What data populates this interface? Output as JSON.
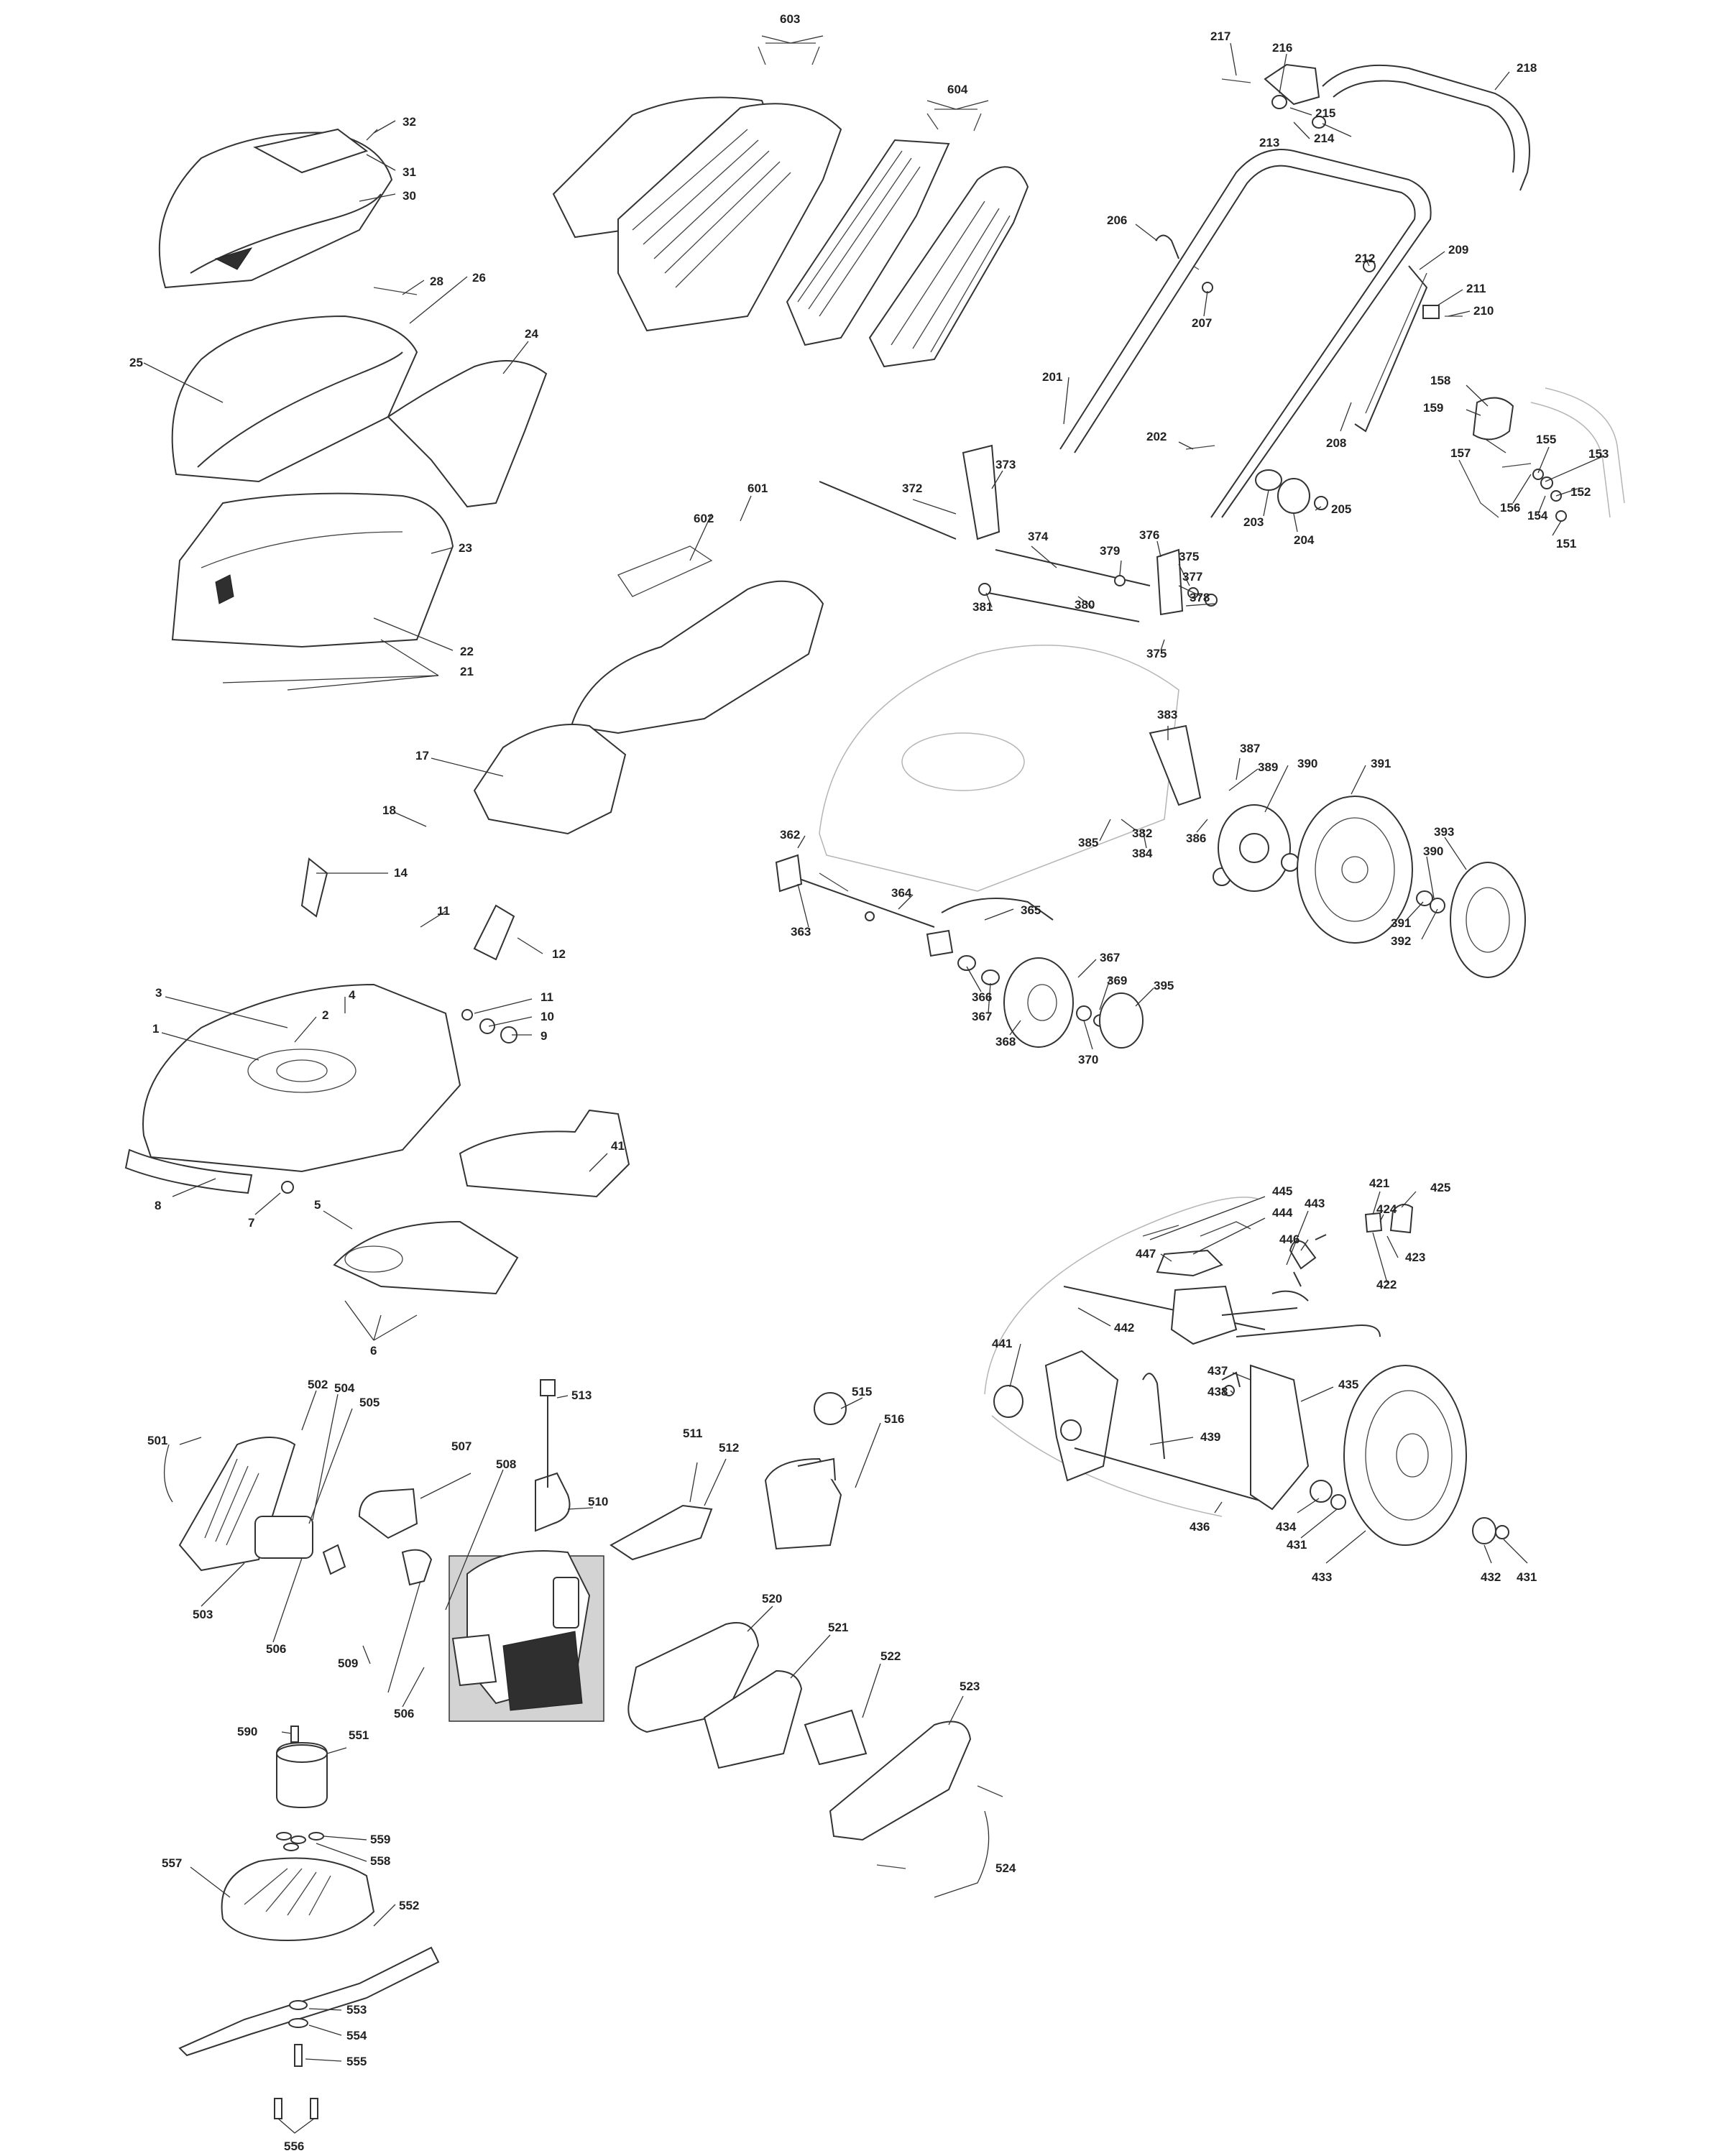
{
  "diagram": {
    "labels": [
      {
        "id": "217",
        "text": "217"
      },
      {
        "id": "216",
        "text": "216"
      },
      {
        "id": "218",
        "text": "218"
      },
      {
        "id": "215",
        "text": "215"
      },
      {
        "id": "213",
        "text": "213"
      },
      {
        "id": "214",
        "text": "214"
      },
      {
        "id": "206",
        "text": "206"
      },
      {
        "id": "212",
        "text": "212"
      },
      {
        "id": "209",
        "text": "209"
      },
      {
        "id": "211",
        "text": "211"
      },
      {
        "id": "210",
        "text": "210"
      },
      {
        "id": "207",
        "text": "207"
      },
      {
        "id": "201",
        "text": "201"
      },
      {
        "id": "208",
        "text": "208"
      },
      {
        "id": "202",
        "text": "202"
      },
      {
        "id": "203",
        "text": "203"
      },
      {
        "id": "204",
        "text": "204"
      },
      {
        "id": "205",
        "text": "205"
      },
      {
        "id": "158",
        "text": "158"
      },
      {
        "id": "159",
        "text": "159"
      },
      {
        "id": "157",
        "text": "157"
      },
      {
        "id": "155",
        "text": "155"
      },
      {
        "id": "153",
        "text": "153"
      },
      {
        "id": "152",
        "text": "152"
      },
      {
        "id": "156",
        "text": "156"
      },
      {
        "id": "154",
        "text": "154"
      },
      {
        "id": "151",
        "text": "151"
      },
      {
        "id": "603",
        "text": "603"
      },
      {
        "id": "604",
        "text": "604"
      },
      {
        "id": "32",
        "text": "32"
      },
      {
        "id": "31",
        "text": "31"
      },
      {
        "id": "30",
        "text": "30"
      },
      {
        "id": "28",
        "text": "28"
      },
      {
        "id": "26",
        "text": "26"
      },
      {
        "id": "25",
        "text": "25"
      },
      {
        "id": "24",
        "text": "24"
      },
      {
        "id": "23",
        "text": "23"
      },
      {
        "id": "22",
        "text": "22"
      },
      {
        "id": "21",
        "text": "21"
      },
      {
        "id": "601",
        "text": "601"
      },
      {
        "id": "602",
        "text": "602"
      },
      {
        "id": "372",
        "text": "372"
      },
      {
        "id": "373",
        "text": "373"
      },
      {
        "id": "374",
        "text": "374"
      },
      {
        "id": "376",
        "text": "376"
      },
      {
        "id": "379",
        "text": "379"
      },
      {
        "id": "375a",
        "text": "375"
      },
      {
        "id": "377",
        "text": "377"
      },
      {
        "id": "378",
        "text": "378"
      },
      {
        "id": "381",
        "text": "381"
      },
      {
        "id": "380",
        "text": "380"
      },
      {
        "id": "375b",
        "text": "375"
      },
      {
        "id": "383",
        "text": "383"
      },
      {
        "id": "17",
        "text": "17"
      },
      {
        "id": "18",
        "text": "18"
      },
      {
        "id": "387",
        "text": "387"
      },
      {
        "id": "389",
        "text": "389"
      },
      {
        "id": "390a",
        "text": "390"
      },
      {
        "id": "391a",
        "text": "391"
      },
      {
        "id": "385",
        "text": "385"
      },
      {
        "id": "382",
        "text": "382"
      },
      {
        "id": "384",
        "text": "384"
      },
      {
        "id": "386",
        "text": "386"
      },
      {
        "id": "393",
        "text": "393"
      },
      {
        "id": "390b",
        "text": "390"
      },
      {
        "id": "391b",
        "text": "391"
      },
      {
        "id": "392",
        "text": "392"
      },
      {
        "id": "362",
        "text": "362"
      },
      {
        "id": "364",
        "text": "364"
      },
      {
        "id": "365",
        "text": "365"
      },
      {
        "id": "363",
        "text": "363"
      },
      {
        "id": "14",
        "text": "14"
      },
      {
        "id": "11a",
        "text": "11"
      },
      {
        "id": "12",
        "text": "12"
      },
      {
        "id": "367a",
        "text": "367"
      },
      {
        "id": "369",
        "text": "369"
      },
      {
        "id": "395",
        "text": "395"
      },
      {
        "id": "366",
        "text": "366"
      },
      {
        "id": "367b",
        "text": "367"
      },
      {
        "id": "368",
        "text": "368"
      },
      {
        "id": "370",
        "text": "370"
      },
      {
        "id": "3",
        "text": "3"
      },
      {
        "id": "4",
        "text": "4"
      },
      {
        "id": "2",
        "text": "2"
      },
      {
        "id": "1",
        "text": "1"
      },
      {
        "id": "11b",
        "text": "11"
      },
      {
        "id": "10",
        "text": "10"
      },
      {
        "id": "9",
        "text": "9"
      },
      {
        "id": "41",
        "text": "41"
      },
      {
        "id": "8",
        "text": "8"
      },
      {
        "id": "7",
        "text": "7"
      },
      {
        "id": "5",
        "text": "5"
      },
      {
        "id": "6",
        "text": "6"
      },
      {
        "id": "445",
        "text": "445"
      },
      {
        "id": "444",
        "text": "444"
      },
      {
        "id": "443",
        "text": "443"
      },
      {
        "id": "421",
        "text": "421"
      },
      {
        "id": "425",
        "text": "425"
      },
      {
        "id": "424",
        "text": "424"
      },
      {
        "id": "423",
        "text": "423"
      },
      {
        "id": "447",
        "text": "447"
      },
      {
        "id": "446",
        "text": "446"
      },
      {
        "id": "422",
        "text": "422"
      },
      {
        "id": "442",
        "text": "442"
      },
      {
        "id": "441",
        "text": "441"
      },
      {
        "id": "437",
        "text": "437"
      },
      {
        "id": "438",
        "text": "438"
      },
      {
        "id": "435",
        "text": "435"
      },
      {
        "id": "439",
        "text": "439"
      },
      {
        "id": "436",
        "text": "436"
      },
      {
        "id": "434",
        "text": "434"
      },
      {
        "id": "431a",
        "text": "431"
      },
      {
        "id": "433",
        "text": "433"
      },
      {
        "id": "432",
        "text": "432"
      },
      {
        "id": "431b",
        "text": "431"
      },
      {
        "id": "502",
        "text": "502"
      },
      {
        "id": "504",
        "text": "504"
      },
      {
        "id": "505",
        "text": "505"
      },
      {
        "id": "501",
        "text": "501"
      },
      {
        "id": "513",
        "text": "513"
      },
      {
        "id": "515",
        "text": "515"
      },
      {
        "id": "516",
        "text": "516"
      },
      {
        "id": "507",
        "text": "507"
      },
      {
        "id": "508",
        "text": "508"
      },
      {
        "id": "511",
        "text": "511"
      },
      {
        "id": "512",
        "text": "512"
      },
      {
        "id": "510",
        "text": "510"
      },
      {
        "id": "503",
        "text": "503"
      },
      {
        "id": "506a",
        "text": "506"
      },
      {
        "id": "509",
        "text": "509"
      },
      {
        "id": "506b",
        "text": "506"
      },
      {
        "id": "520",
        "text": "520"
      },
      {
        "id": "521",
        "text": "521"
      },
      {
        "id": "522",
        "text": "522"
      },
      {
        "id": "523",
        "text": "523"
      },
      {
        "id": "524",
        "text": "524"
      },
      {
        "id": "590",
        "text": "590"
      },
      {
        "id": "551",
        "text": "551"
      },
      {
        "id": "559",
        "text": "559"
      },
      {
        "id": "558",
        "text": "558"
      },
      {
        "id": "557",
        "text": "557"
      },
      {
        "id": "552",
        "text": "552"
      },
      {
        "id": "553",
        "text": "553"
      },
      {
        "id": "554",
        "text": "554"
      },
      {
        "id": "555",
        "text": "555"
      },
      {
        "id": "556",
        "text": "556"
      }
    ]
  }
}
